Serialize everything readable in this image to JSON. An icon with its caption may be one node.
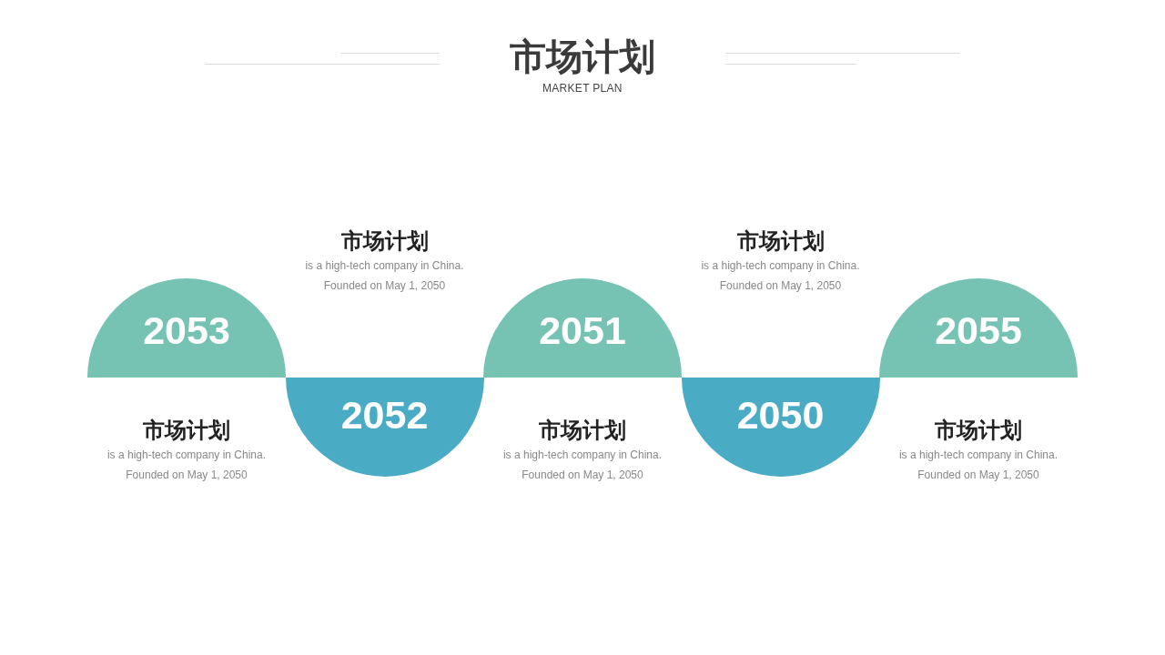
{
  "diagram": {
    "title": "市场计划",
    "nodes": [
      {
        "text": [
          "2053"
        ],
        "beside": [
          "市场计划",
          "is a high-tech company in China. Founded on May 1, 2050"
        ]
      },
      {
        "text": [
          "2052"
        ],
        "beside": [
          "市场计划",
          "is a high-tech company in China. Founded on May 1, 2050"
        ]
      },
      {
        "text": [
          "2051"
        ],
        "beside": [
          "市场计划",
          "is a high-tech company in China. Founded on May 1, 2050"
        ]
      },
      {
        "text": [
          "2050"
        ],
        "beside": [
          "市场计划",
          "is a high-tech company in China. Founded on May 1, 2050"
        ]
      },
      {
        "text": [
          "2055"
        ],
        "beside": [
          "市场计划",
          "is a high-tech company in China. Founded on May 1, 2050"
        ]
      }
    ],
    "labels": [
      "MARKET PLAN"
    ]
  }
}
